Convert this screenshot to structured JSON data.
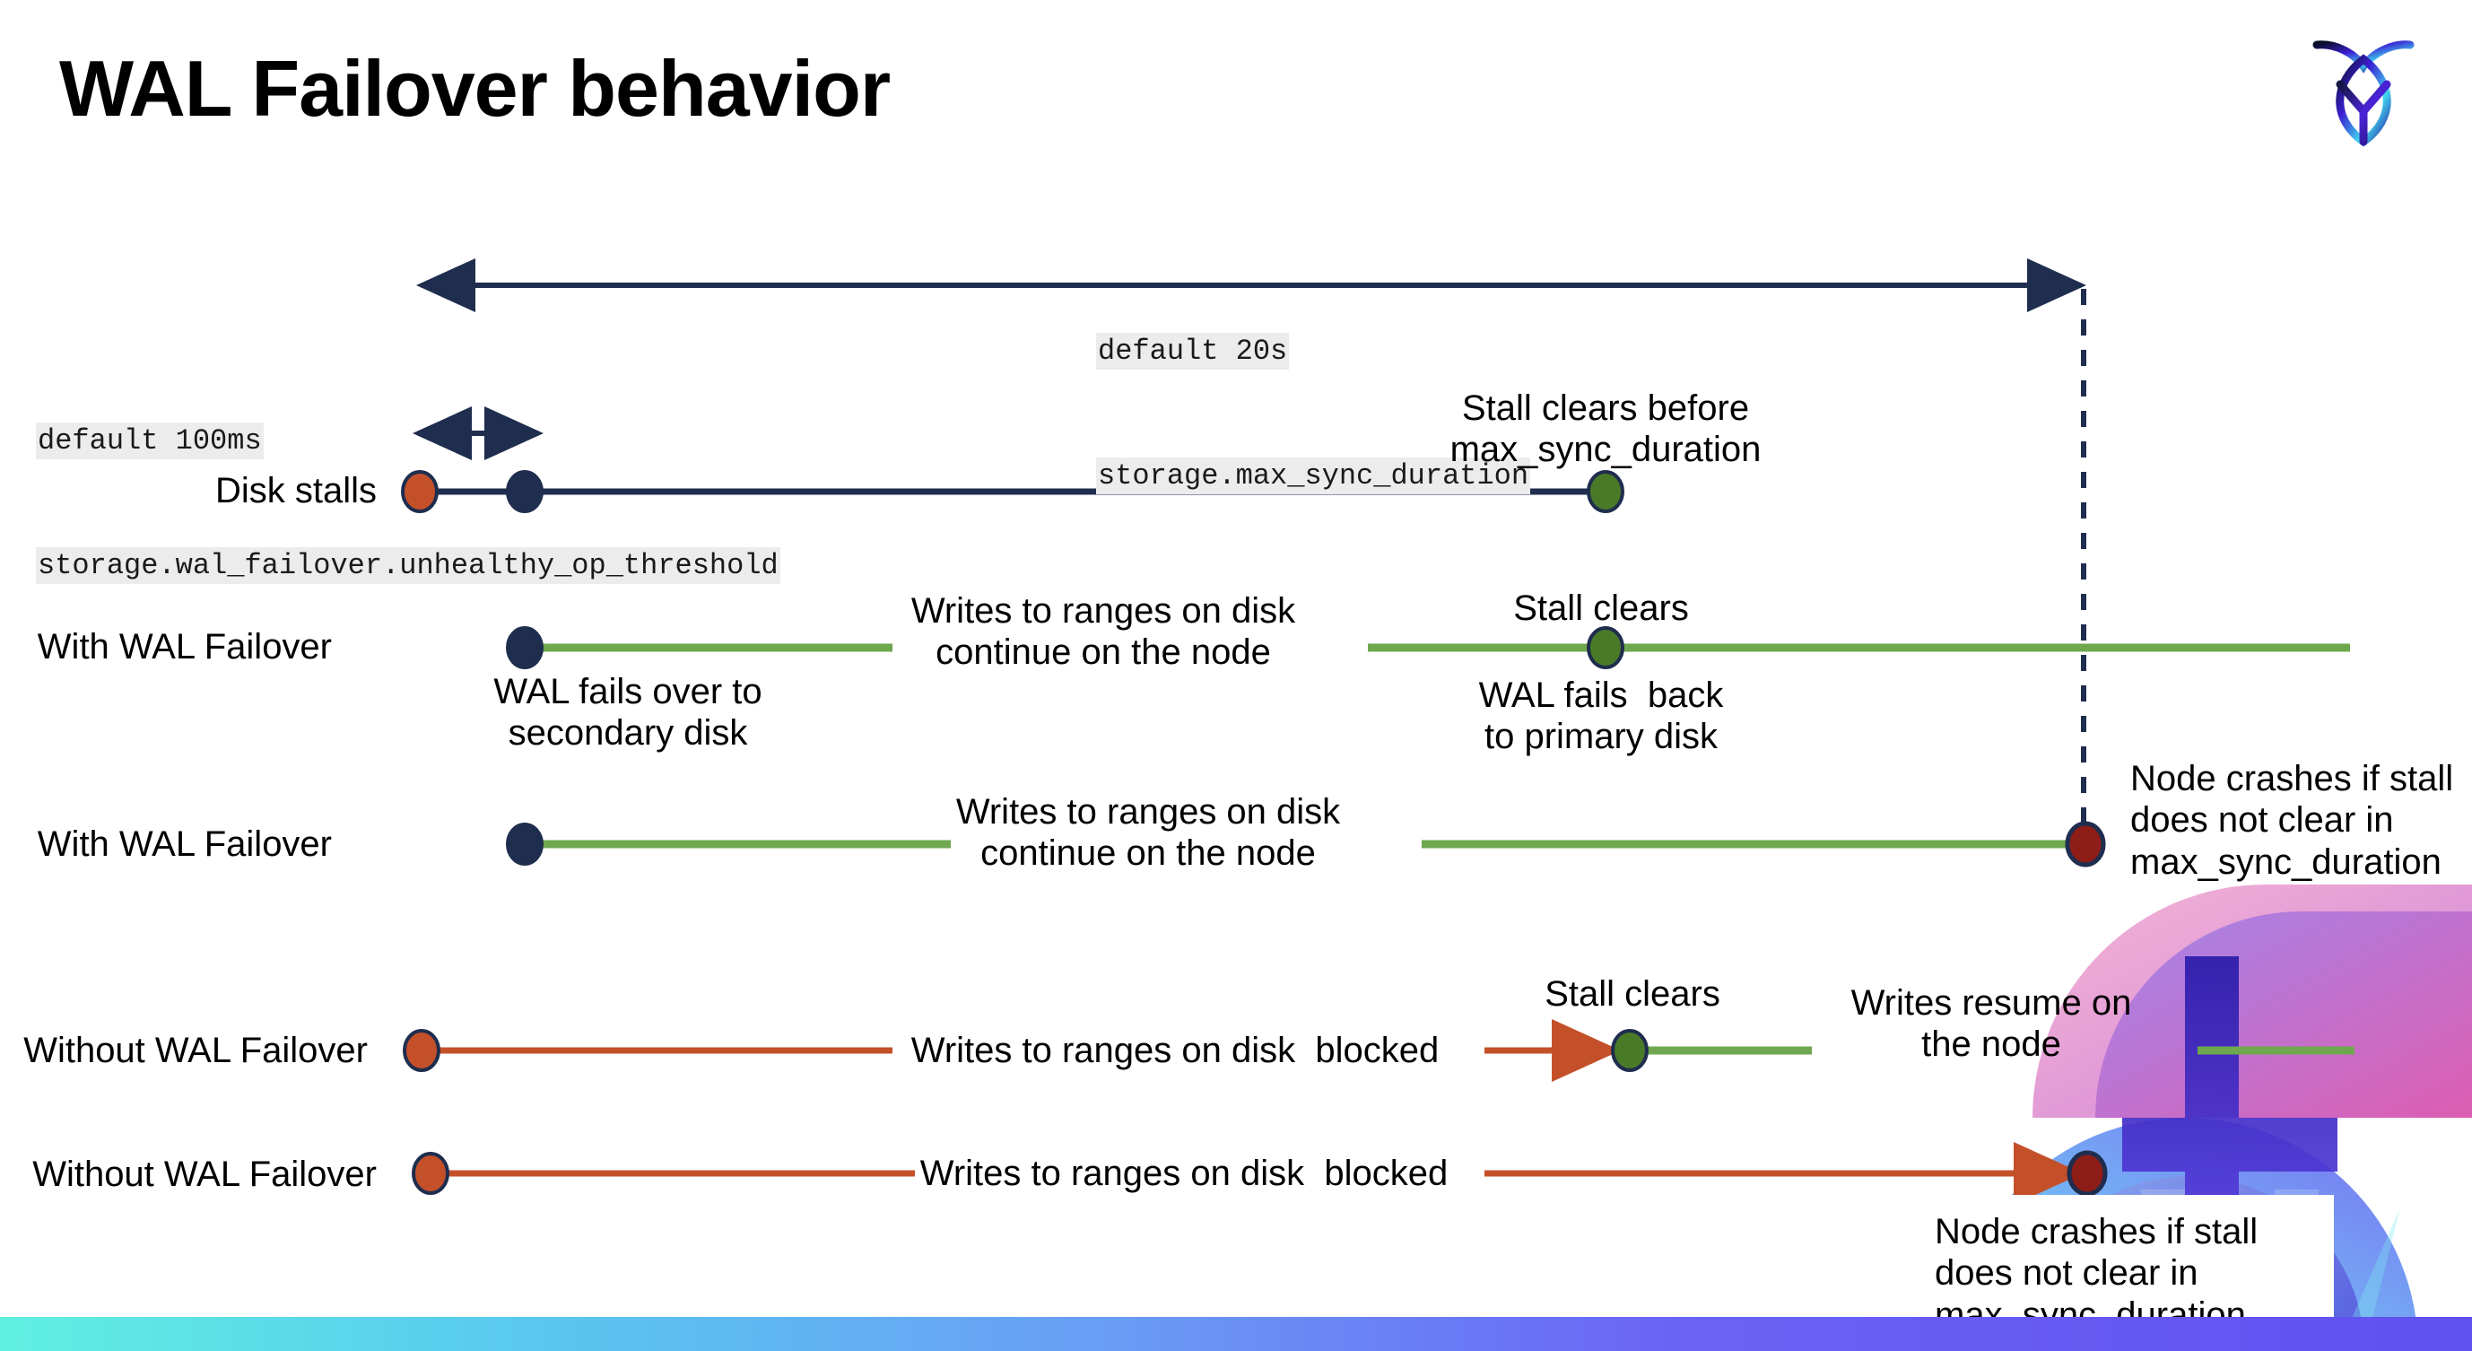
{
  "slide": {
    "title": "WAL Failover behavior",
    "logo_name": "cockroachdb-logo",
    "bg_color": "#ffffff"
  },
  "colors": {
    "navy": "#1f2d4e",
    "green_line": "#6fa74f",
    "green_dot": "#4a7a28",
    "orange": "#c4502a",
    "dark_red": "#8f1d17",
    "code_bg": "#ececec",
    "bottom_bar_from": "#5ff0e0",
    "bottom_bar_to": "#6f5cf5"
  },
  "annotations": {
    "max_sync": {
      "default": "default 20s",
      "setting": "storage.max_sync_duration"
    },
    "unhealthy_op": {
      "default": "default 100ms",
      "setting": "storage.wal_failover.unhealthy_op_threshold"
    }
  },
  "rows": [
    {
      "label": "Disk stalls",
      "notes": [
        {
          "text": "Stall clears before\nmax_sync_duration"
        }
      ]
    },
    {
      "label": "With WAL Failover",
      "notes": [
        {
          "text": "Writes to ranges on disk\ncontinue on the node"
        },
        {
          "text": "Stall clears"
        },
        {
          "text": "WAL fails over to\nsecondary disk"
        },
        {
          "text": "WAL fails  back\nto primary disk"
        }
      ]
    },
    {
      "label": "With WAL Failover",
      "notes": [
        {
          "text": "Writes to ranges on disk\ncontinue on the node"
        },
        {
          "text": "Node crashes if stall\ndoes not clear in\nmax_sync_duration"
        }
      ]
    },
    {
      "label": "Without WAL Failover",
      "notes": [
        {
          "text": "Writes to ranges on disk  blocked"
        },
        {
          "text": "Stall clears"
        },
        {
          "text": "Writes resume on\nthe node"
        }
      ]
    },
    {
      "label": "Without WAL Failover",
      "notes": [
        {
          "text": "Writes to ranges on disk  blocked"
        },
        {
          "text": "Node crashes if stall\ndoes not clear in\nmax_sync_duration"
        }
      ]
    }
  ],
  "texts": {
    "disk_stalls_label": "Disk stalls",
    "with_wal_1": "With WAL Failover",
    "with_wal_2": "With WAL Failover",
    "without_wal_1": "Without WAL Failover",
    "without_wal_2": "Without WAL Failover",
    "stall_clears_before": "Stall clears before\nmax_sync_duration",
    "writes_continue_1": "Writes to ranges on disk\ncontinue on the node",
    "writes_continue_2": "Writes to ranges on disk\ncontinue on the node",
    "stall_clears_1": "Stall clears",
    "stall_clears_2": "Stall clears",
    "wal_fails_over": "WAL fails over to\nsecondary disk",
    "wal_fails_back": "WAL fails  back\nto primary disk",
    "node_crashes_1": "Node crashes if stall\ndoes not clear in\nmax_sync_duration",
    "node_crashes_2": "Node crashes if stall\ndoes not clear in\nmax_sync_duration",
    "writes_blocked_1": "Writes to ranges on disk  blocked",
    "writes_blocked_2": "Writes to ranges on disk  blocked",
    "writes_resume": "Writes resume on\nthe node"
  }
}
